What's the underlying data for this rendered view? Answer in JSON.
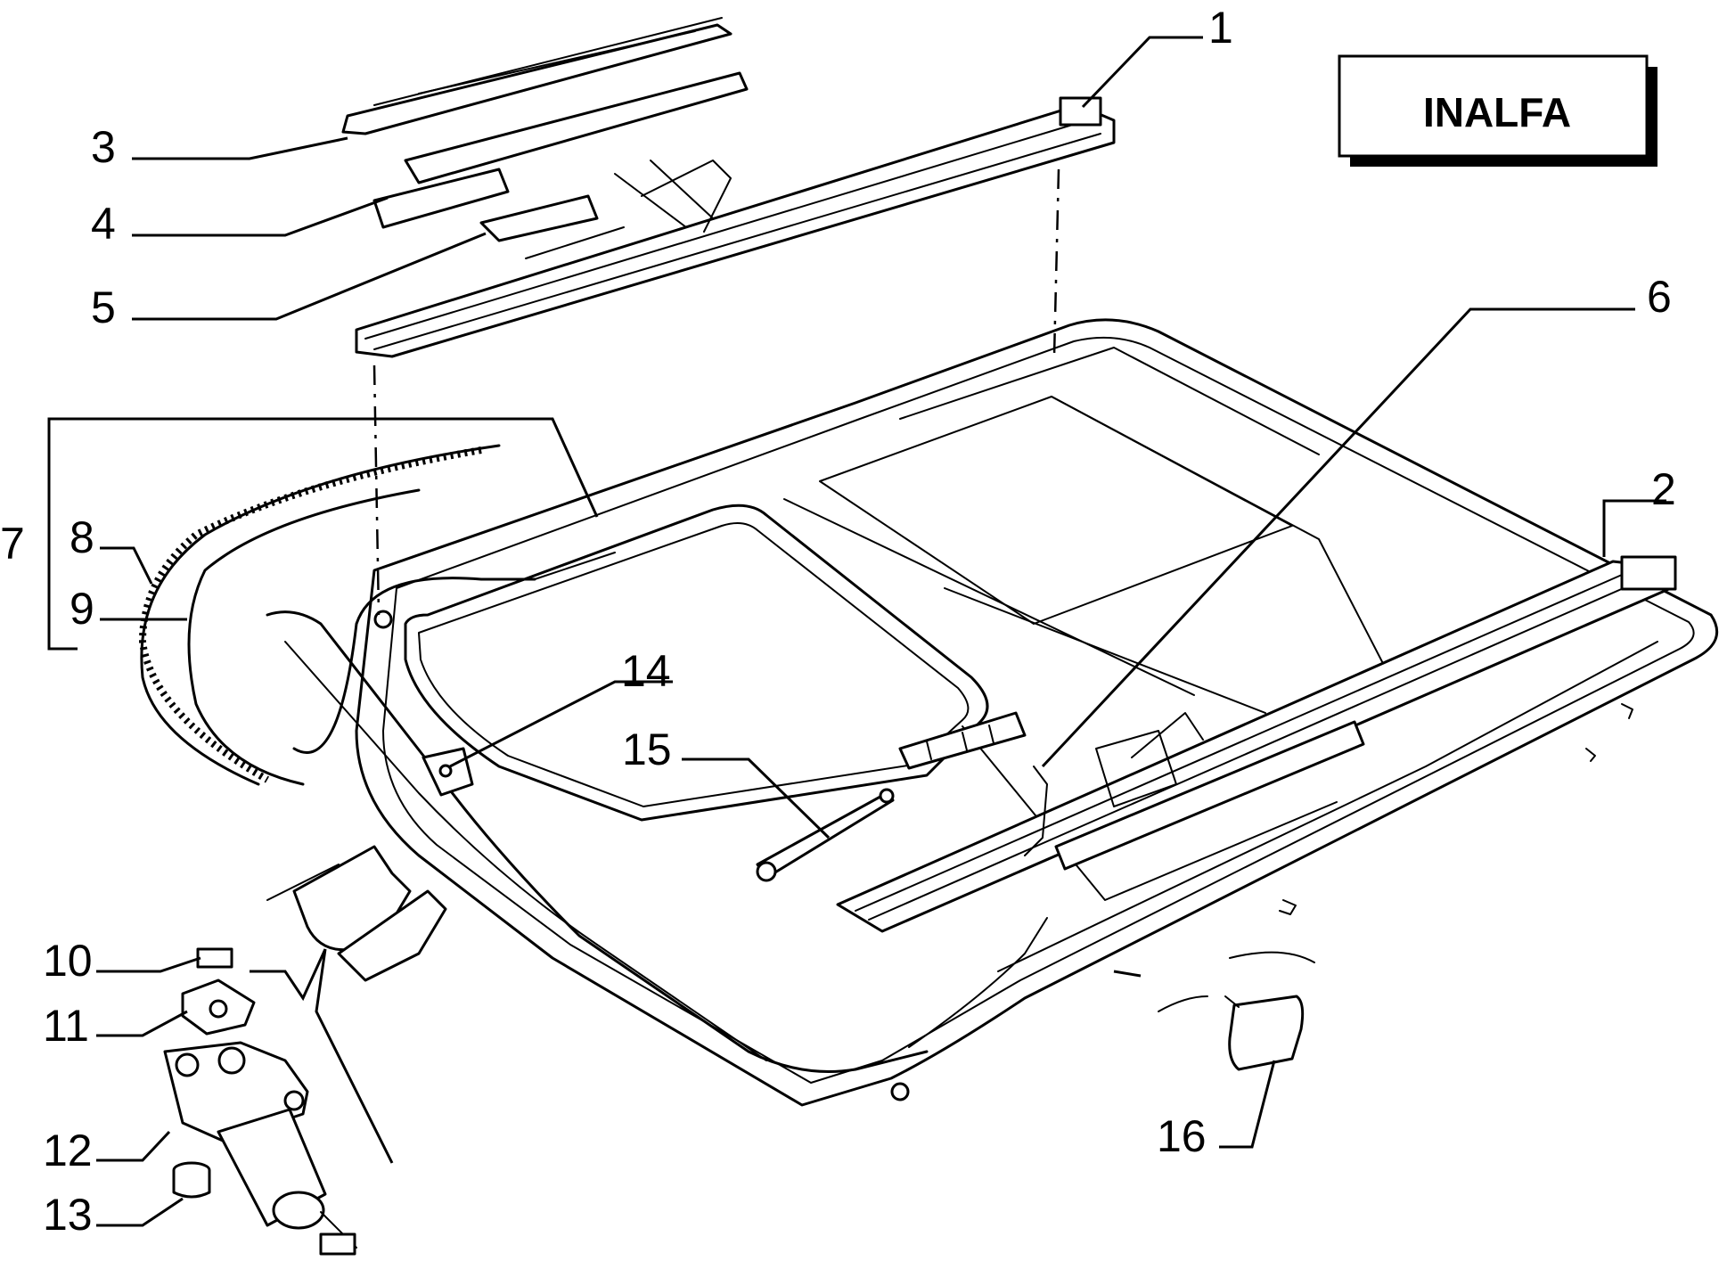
{
  "brand_label": "INALFA",
  "callouts": {
    "c1": "1",
    "c2": "2",
    "c3": "3",
    "c4": "4",
    "c5": "5",
    "c6": "6",
    "c7": "7",
    "c8": "8",
    "c9": "9",
    "c10": "10",
    "c11": "11",
    "c12": "12",
    "c13": "13",
    "c14": "14",
    "c15": "15",
    "c16": "16"
  }
}
